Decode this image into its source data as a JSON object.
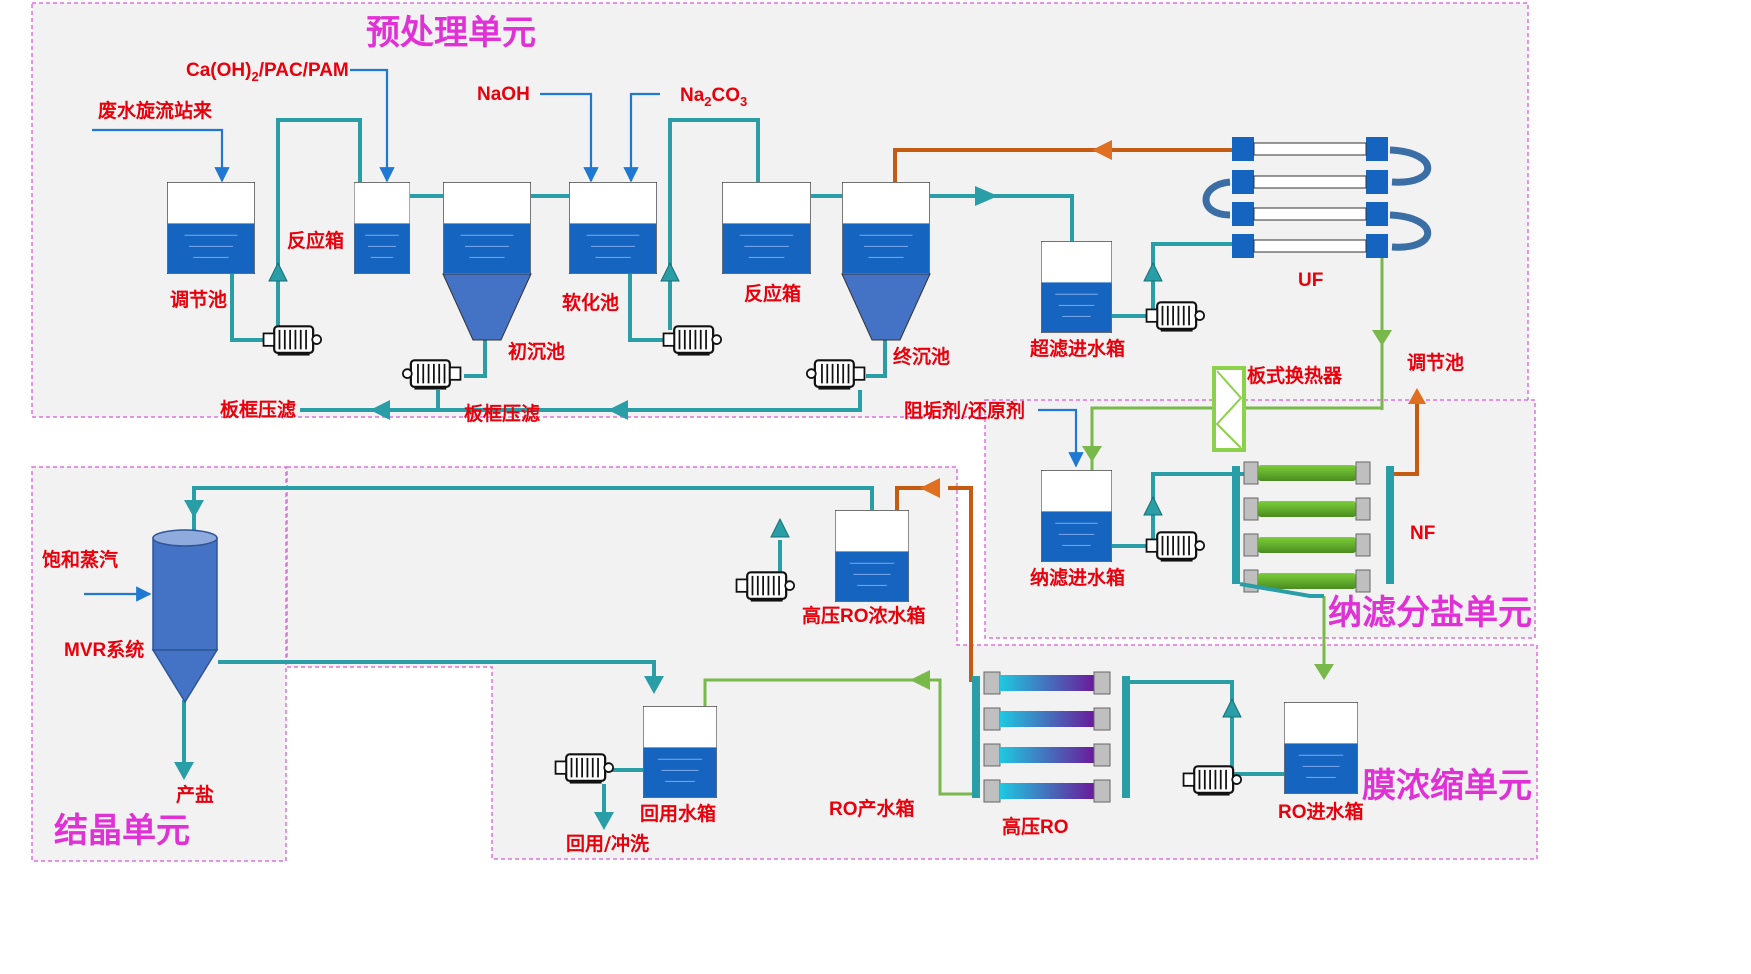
{
  "units": {
    "pretreatment": "预处理单元",
    "nf_salt": "纳滤分盐单元",
    "membrane_conc": "膜浓缩单元",
    "crystallization": "结晶单元"
  },
  "chemicals": {
    "lime": "Ca(OH)",
    "lime_sub": "2",
    "lime_rest": "/PAC/PAM",
    "naoh": "NaOH",
    "na2co3_a": "Na",
    "na2co3_sub1": "2",
    "na2co3_b": "CO",
    "na2co3_sub2": "3",
    "antiscalant": "阻垢剂/还原剂",
    "steam": "饱和蒸汽"
  },
  "labels": {
    "inflow": "废水旋流站来",
    "regulating_tank": "调节池",
    "reaction_box_1": "反应箱",
    "primary_settling": "初沉池",
    "softening_tank": "软化池",
    "reaction_box_2": "反应箱",
    "final_settling": "终沉池",
    "uf_feed_tank": "超滤进水箱",
    "uf": "UF",
    "plate_press_1": "板框压滤",
    "plate_press_2": "板框压滤",
    "heat_exchanger": "板式换热器",
    "regulating_tank_small": "调节池",
    "nf_feed_tank": "纳滤进水箱",
    "nf": "NF",
    "hp_ro_conc_tank": "高压RO浓水箱",
    "mvr": "MVR系统",
    "product_salt": "产盐",
    "reuse_tank": "回用水箱",
    "reuse_flush": "回用/冲洗",
    "ro_product_tank": "RO产水箱",
    "hp_ro": "高压RO",
    "ro_feed_tank": "RO进水箱"
  },
  "colors": {
    "unit_title": "#e030d6",
    "label": "#e8000b",
    "water": "#1565c0",
    "pipe_main": "#2a9ea6",
    "pipe_permeate": "#79b84a",
    "pipe_concentrate": "#c55a11",
    "dosing": "#1f78d1"
  }
}
